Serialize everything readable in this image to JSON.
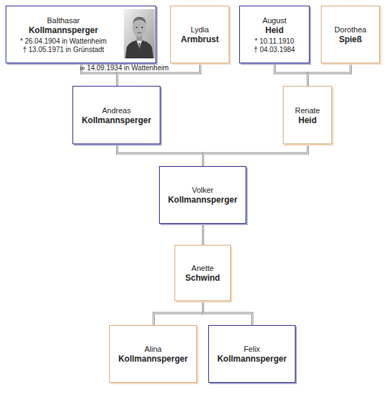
{
  "diagram": {
    "nodes": [
      {
        "text": [
          "Balthasar",
          "Kollmannsperger",
          "* 26.04.1904 in Wattenheim",
          "† 13.05.1971 in Grünstadt"
        ]
      },
      {
        "text": [
          "Lydia",
          "Armbrust"
        ]
      },
      {
        "text": [
          "August",
          "Heid",
          "* 10.11.1910",
          "† 04.03.1984"
        ]
      },
      {
        "text": [
          "Dorothea",
          "Spieß"
        ]
      },
      {
        "text": [
          "Andreas",
          "Kollmannsperger"
        ]
      },
      {
        "text": [
          "Renate",
          "Heid"
        ]
      },
      {
        "text": [
          "Volker",
          "Kollmannsperger"
        ]
      },
      {
        "text": [
          "Anette",
          "Schwind"
        ]
      },
      {
        "text": [
          "Alina",
          "Kollmannsperger"
        ]
      },
      {
        "text": [
          "Felix",
          "Kollmannsperger"
        ]
      }
    ],
    "edges": [
      {
        "from": 0,
        "to": 4,
        "arrow": "none",
        "label": "∞ 14.09.1934 in Wattenheim"
      },
      {
        "from": 1,
        "to": 4,
        "arrow": "none"
      },
      {
        "from": 2,
        "to": 5,
        "arrow": "none"
      },
      {
        "from": 3,
        "to": 5,
        "arrow": "none"
      },
      {
        "from": 4,
        "to": 6,
        "arrow": "none"
      },
      {
        "from": 5,
        "to": 6,
        "arrow": "none"
      },
      {
        "from": 6,
        "to": 7,
        "arrow": "none"
      },
      {
        "from": 7,
        "to": 8,
        "arrow": "none"
      },
      {
        "from": 7,
        "to": 9,
        "arrow": "none"
      }
    ]
  }
}
